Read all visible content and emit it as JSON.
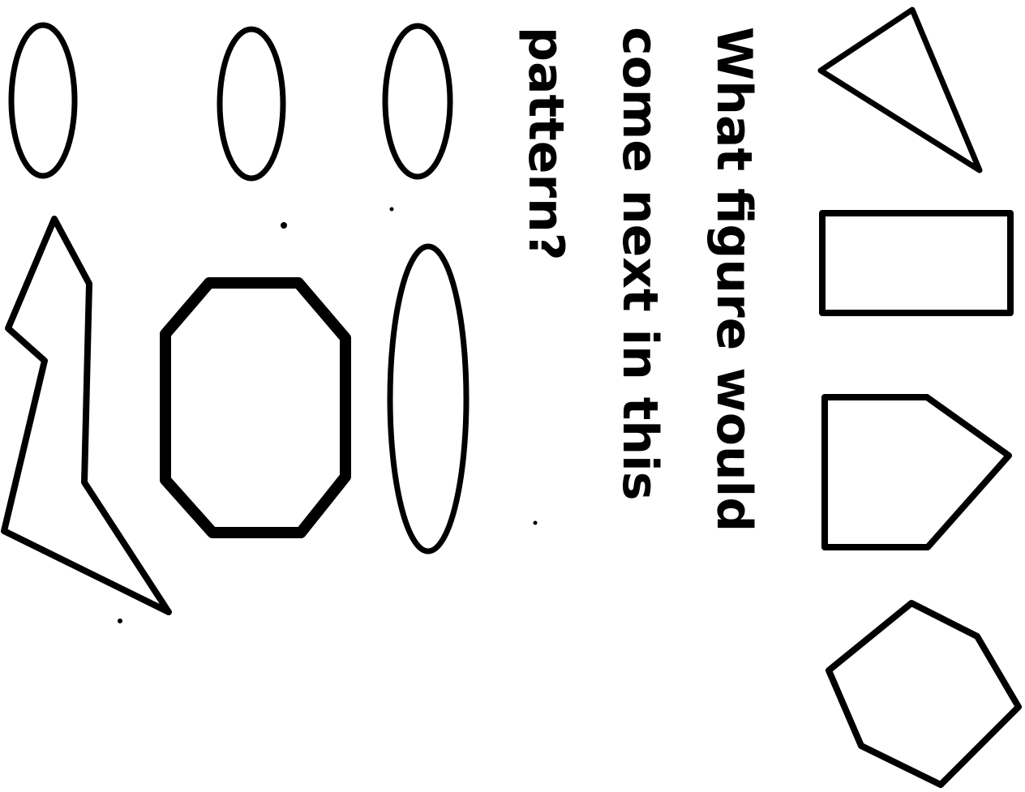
{
  "question": {
    "lines": [
      "What figure would",
      "come next in this",
      "pattern?"
    ]
  },
  "pattern": {
    "sequence": [
      "triangle",
      "rectangle",
      "pentagon",
      "hexagon"
    ]
  },
  "answer_choices": [
    "ellipse",
    "tall-ellipse",
    "octagon",
    "concave-polygon",
    "ellipse",
    "elongated-ellipse"
  ],
  "colors": {
    "ink": "#000000",
    "paper": "#ffffff"
  }
}
